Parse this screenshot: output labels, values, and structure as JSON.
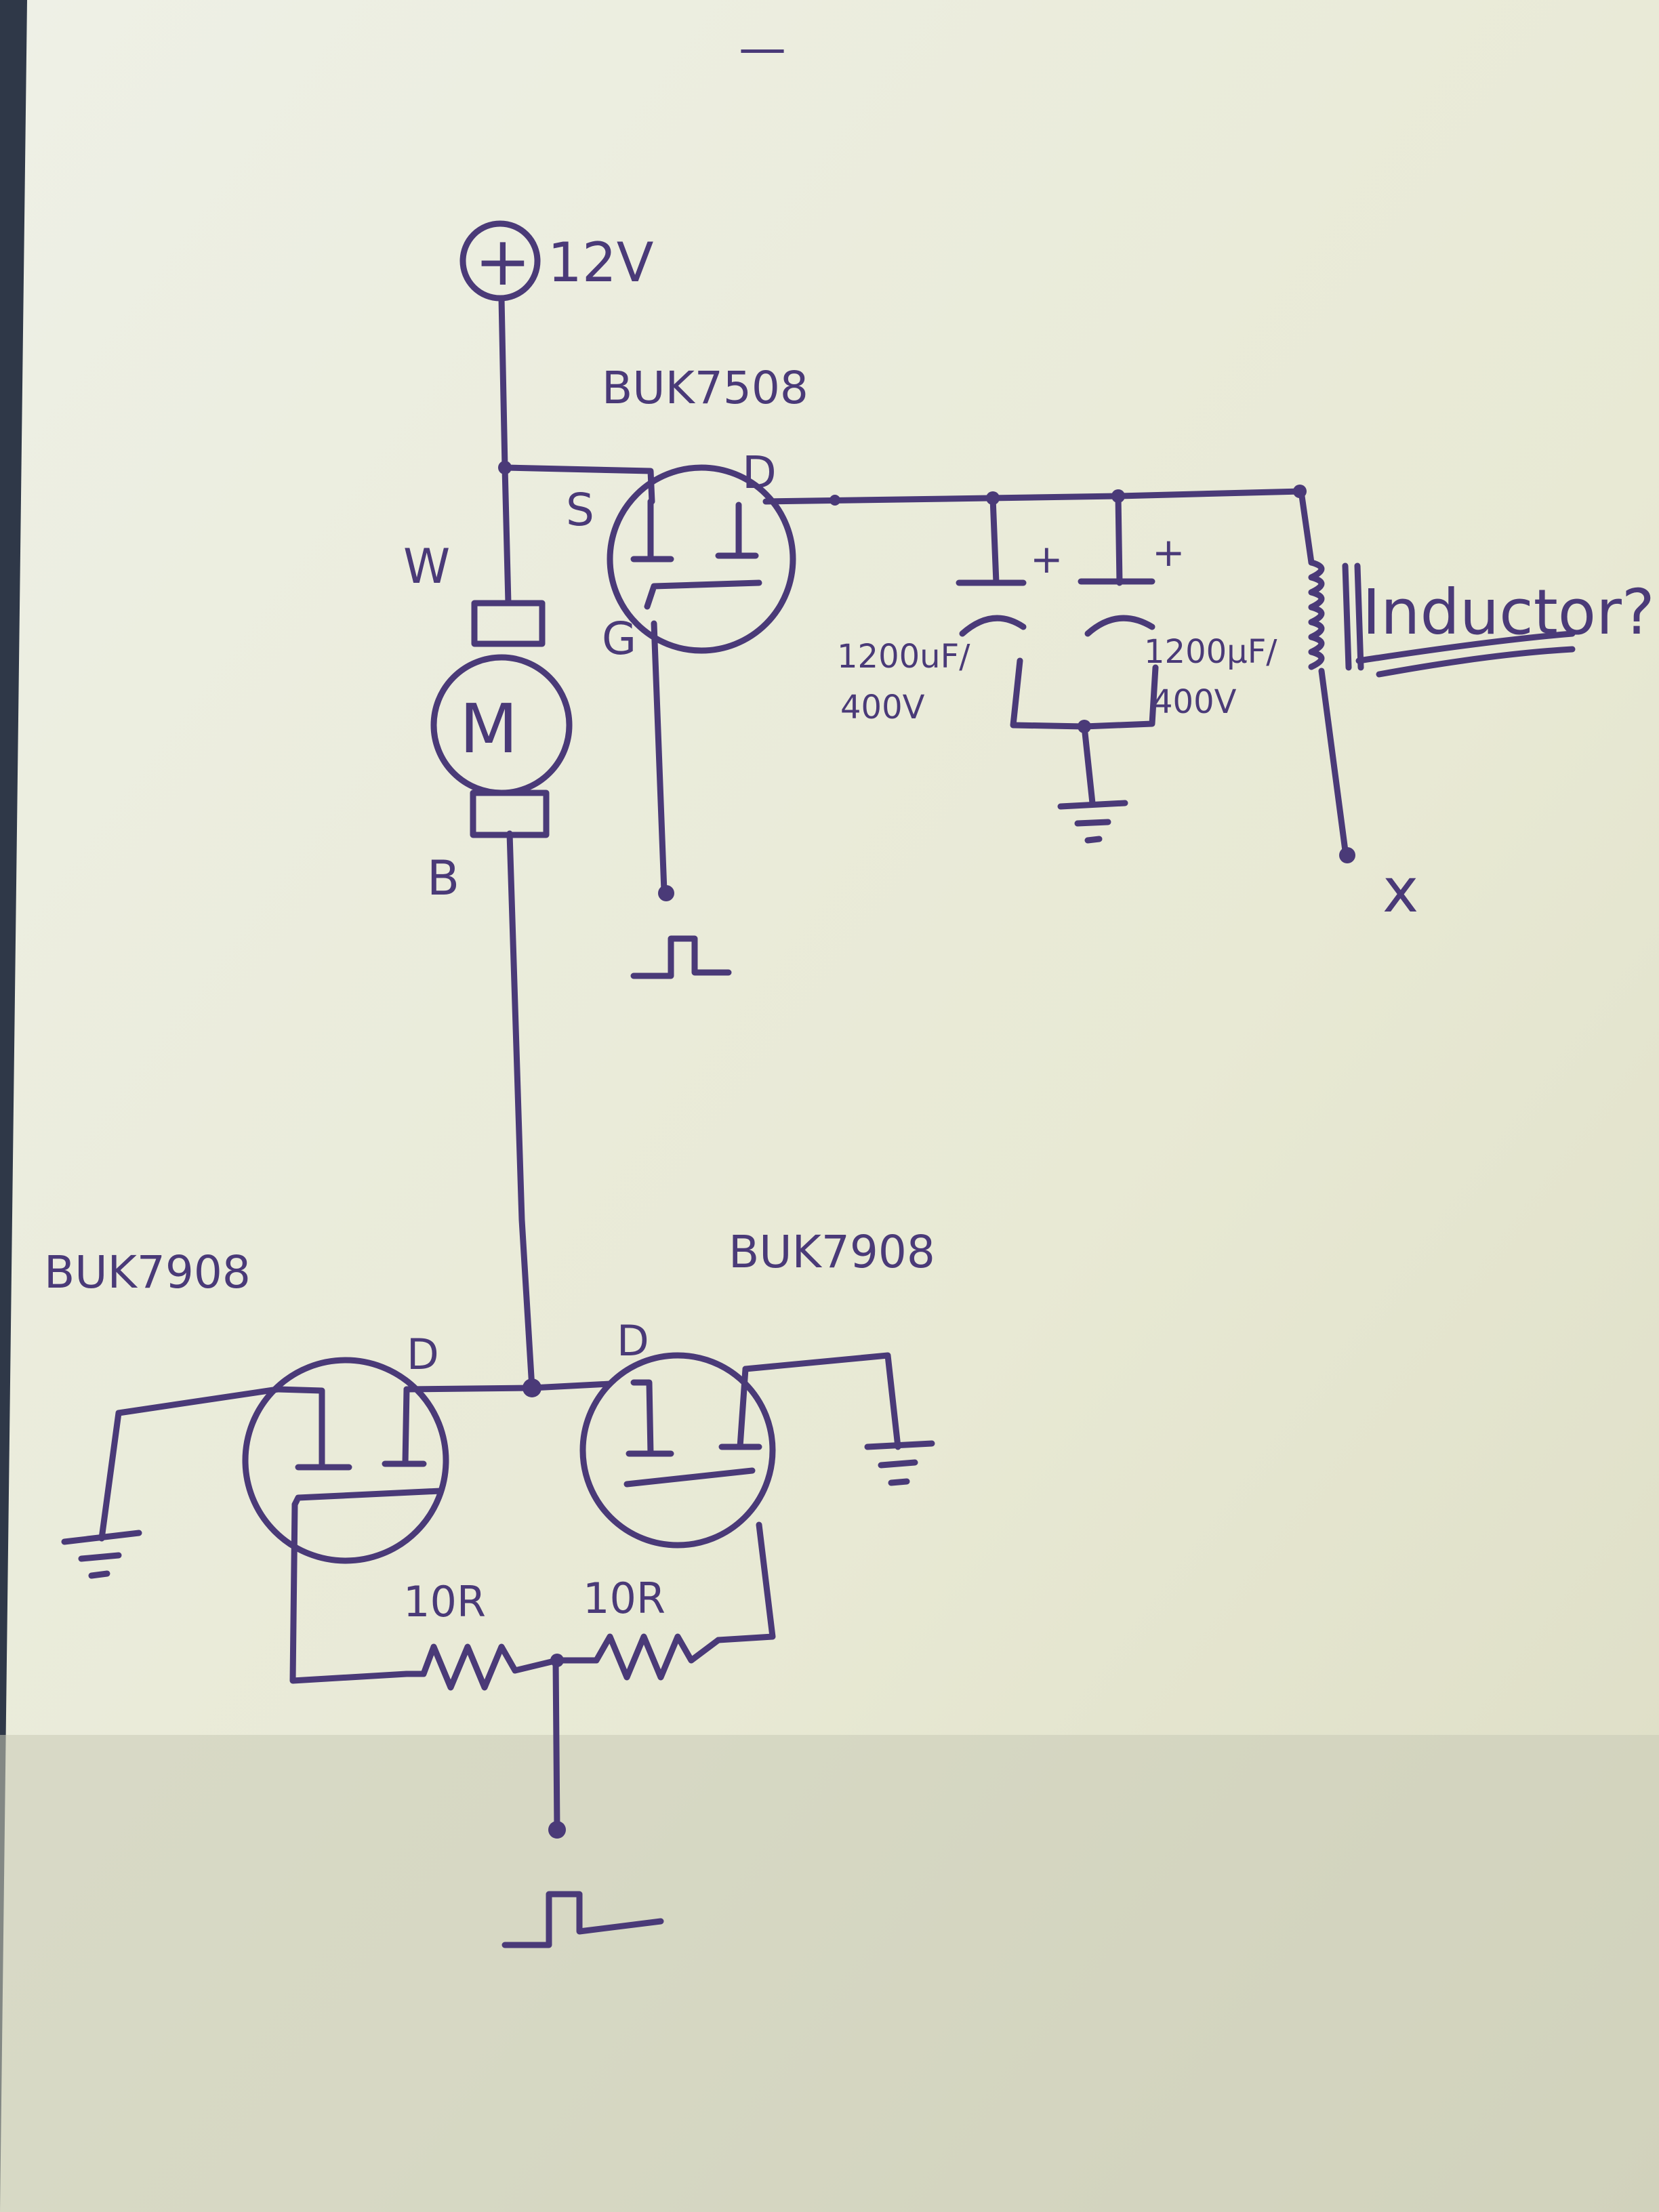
{
  "supply": {
    "symbol": "+",
    "voltage": "12V"
  },
  "motor": {
    "symbol": "M",
    "terminal_top": "W",
    "terminal_bottom": "B"
  },
  "mosfet_top": {
    "part": "BUK7508",
    "pin_s": "S",
    "pin_d": "D",
    "pin_g": "G"
  },
  "capacitors": [
    {
      "value": "1200uF/",
      "voltage": "400V",
      "polarity": "+"
    },
    {
      "value": "1200μF/",
      "voltage": "400V",
      "polarity": "+"
    }
  ],
  "inductor": {
    "label": "Inductor?"
  },
  "output": {
    "label": "x"
  },
  "mosfet_bottom_left": {
    "part": "BUK7908",
    "pin_d": "D"
  },
  "mosfet_bottom_right": {
    "part": "BUK7908",
    "pin_d": "D"
  },
  "resistors": [
    {
      "value": "10R"
    },
    {
      "value": "10R"
    }
  ],
  "dash_mark": "—",
  "colors": {
    "ink": "#4a3a78",
    "paper": "#e9ead8",
    "paper_shadow": "#c9cbb8",
    "background": "#2f3848"
  }
}
